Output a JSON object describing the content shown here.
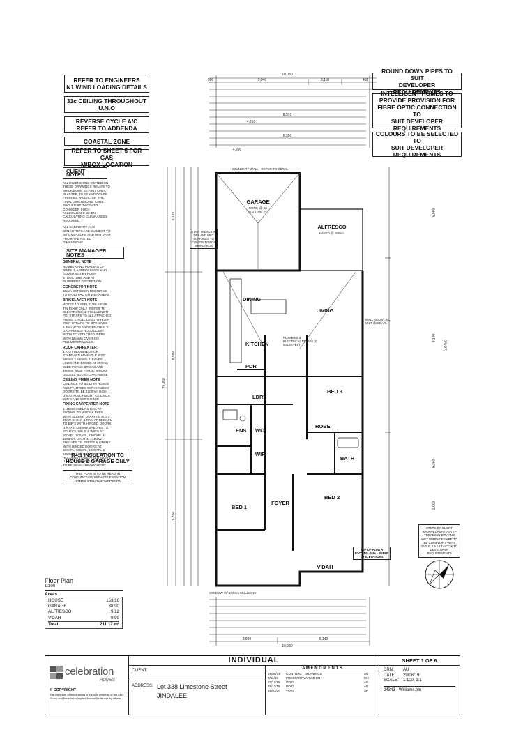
{
  "left_boxes": [
    {
      "line1": "REFER TO ENGINEERS",
      "line2": "N1 WIND LOADING DETAILS"
    },
    {
      "line1": "31c CEILING THROUGHOUT",
      "line2": "U.N.O"
    },
    {
      "line1": "REVERSE CYCLE A/C",
      "line2": "REFER TO ADDENDA"
    },
    {
      "line1": "COASTAL ZONE",
      "line2": ""
    },
    {
      "line1": "REFER TO SHEET 5 FOR GAS",
      "line2": "M/BOX LOCATION"
    }
  ],
  "right_boxes": [
    {
      "line1": "ROUND DOWN PIPES TO SUIT",
      "line2": "DEVELOPER REQUIREMENTS",
      "line3": "",
      "line4": ""
    },
    {
      "line1": "INTELLIGENT HOMES TO",
      "line2": "PROVIDE PROVISION FOR",
      "line3": "FIBRE OPTIC CONNECTION TO",
      "line4": "SUIT DEVELOPER REQUIREMENTS"
    },
    {
      "line1": "COLOURS TO BE SELECTED TO",
      "line2": "SUIT DEVELOPER",
      "line3": "REQUIREMENTS",
      "line4": ""
    }
  ],
  "client_notes": {
    "title": "CLIENT NOTES",
    "p1": "ALL DIMENSIONS STATED ON THESE DRAWINGS RELATE TO BRICKWORK SETOUT ONLY. PLASTER, TILES AND OTHER FINISHES WILL ALTER THE FINAL DIMENSIONS. CARE SHOULD BE TAKEN TO CONSIDER SUCH ALLOWANCES WHEN CALCULATING CLEARANCES REQUIRED.",
    "p2": "ALL CABINETRY AND BENCHTOPS ARE SUBJECT TO SITE MEASURE AND MAY VARY FROM THE NOTED DIMENSIONS"
  },
  "site_manager_notes": {
    "title": "SITE MANAGER NOTES",
    "sections": [
      {
        "h": "GENERAL NOTE",
        "t": "NUMBER AND PLACING OF RWPs IS APPROXIMATE AND GOVERNED BY ROOF STRUCTURE AND AT PLUMBERS DISCRETION."
      },
      {
        "h": "CONCRETOR NOTE",
        "t": "20mm SETDOWN REQUIRED TO SAND PAD ON WET AREAS"
      },
      {
        "h": "BRICKLAYER NOTE",
        "t": "NOTES 1-3 APPLICABLE FOR TIN ROOF ONLY (REFER TO ELEVATIONS) 1. FULL LENGTH PGI STRAPS TO ALL ATTACHED PIERS. 2. FULL LENGTH HOOP IRON STRAPS TO OPENINGS 2.45m WIDE AND GREATER. 3. GALVANISED HOLD DOWN RODS TO ATTACHED PIERS WITH BEAMS OVER ON PERIMETER WALLS."
      },
      {
        "h": "ROOF CARPENTER",
        "t": "1. CUT REQUIRED FOR STANDARD MANHOLE SIZE: 560mm x 560mm 2. EAVES LINED AND BOXED AT 500mm WIDE FOR 2c BRICKS AND 480mm WIDE FOR 3c BRICKS UNLESS NOTED OTHERWISE"
      },
      {
        "h": "CEILING FIXER NOTE",
        "t": "CEILINGS TO BUILT IN ROBES AND PANTRIES WITH HINGED DOORS TO BE 2100mm HIGH U.N.O. FULL HEIGHT CEILINGS WIR'S AND WIR'S U.N.O"
      },
      {
        "h": "FIXING CARPENTER NOTE",
        "t": "1. 450W SHELF & RAIL AT 1800AFL TO WIR'S & BIR'S WITH SLIDING DOORS U.N.O 2. 450W SHELF & RAIL AT 1600AFL TO BIR'S WITH HINGED DOORS U.N.O 3. 4x450W SHELVES TO SCLRY'S, WIL'S & WIP'S AT 500AFL, 900AFL, 1300AFL & 1800AFL U.N.O 4. 4x450W SHELVES TO PTRIES & LINENS WITH HINGED DOORS AT 500AFL, 900AFL, 1300AFL & 1650AFL U.N.O 5. TOILET ROLL HOLDERS TO BE FIXED 800AFL U.N.O 6. DOOR CLEARANCES TO BE 25mm THROUGHOUT"
      }
    ]
  },
  "insulation": {
    "line1": "R4.1 INSULATION TO",
    "line2": "HOUSE & GARAGE ONLY"
  },
  "addenda_note": "THIS PLAN IS TO BE READ IN CONJUNCTION WITH CELEBRATION HOMES STANDARD ADDENDA",
  "floor_plan": {
    "title": "Floor Plan",
    "scale": "1:100",
    "areas_title": "Areas",
    "areas": [
      {
        "name": "HOUSE",
        "value": "153.16"
      },
      {
        "name": "GARAGE",
        "value": "38.90"
      },
      {
        "name": "ALFRESCO",
        "value": "9.12"
      },
      {
        "name": "V'DAH",
        "value": "9.99"
      }
    ],
    "total_label": "Total:",
    "total_value": "211.17 m²"
  },
  "rooms": {
    "garage": "GARAGE",
    "alfresco": "ALFRESCO",
    "dining": "DINING",
    "living": "LIVING",
    "kitchen": "KITCHEN",
    "pdr": "PDR",
    "ldry": "LDRY",
    "bed3": "BED 3",
    "ens": "ENS",
    "wc": "WC",
    "wir": "WIR",
    "bath": "BATH",
    "bed2": "BED 2",
    "foyer": "FOYER",
    "bed1": "BED 1",
    "vdah": "V'DAH",
    "robe": "ROBE"
  },
  "plan_labels": {
    "boundary": "BOUNDARY WALL - REFER TO DETAIL",
    "garage_sub": "CONC @ -5c",
    "garage_ceiling": "(0/ALL 33c CL)",
    "alfresco_sub": "PAVED @ -50mm",
    "stair": "STAIR TREADS IN DRY AND WET SURFACES TO COMPLY TO BCA STANDARDS",
    "plumbing": "PLUMBING & ELECTRICAL RELAYS (2 x SLEEVES)",
    "wall_mount": "WALL MOUNT A/C UNIT @300 AFL",
    "top_plinth": "TOP OF PLINTH FOOTING @-8c - REFER TO ELEVATIONS",
    "steps_client": "STEPS BY CLIENT SHOWN DASHED STEP TREADS IN DRY AND WET SURFACES ARE TO BE COMPLIANT WITH TABLE 3.9.1.13 NCC & TO DEVELOPER REQUIREMENTS",
    "window": "WINDOW W/-100mm MULLIONS"
  },
  "dims": {
    "top_total": "10,030",
    "top_a": "500",
    "top_b": "5,940",
    "top_c": "3,110",
    "top_d": "480",
    "bottom_total": "10,030",
    "bottom_a": "3,890",
    "bottom_b": "6,140",
    "left_total": "23,450",
    "left_a": "6,120",
    "left_b": "8,980",
    "left_c": "8,350",
    "right_total": "23,450",
    "right_a": "5,980",
    "right_b": "9,130",
    "right_c": "6,350",
    "right_d": "2,000",
    "row1": "8,570",
    "row2": "4,210",
    "row3": "6,350",
    "row4": "4,200"
  },
  "title_block": {
    "individual": "INDIVIDUAL",
    "amendments": "A M E N D M E N T S",
    "client_label": "CLIENT:",
    "address_label": "ADDRESS:",
    "address_line1": "Lot  338 Limestone Street",
    "address_line2": "JINDALEE",
    "amend_rows": [
      {
        "date": "29/08/19",
        "desc": "CONTRACT DRAWINGS",
        "by": "AU"
      },
      {
        "date": "7/11/19",
        "desc": "PRESTART VARIATION",
        "by": "CH"
      },
      {
        "date": "27/11/19",
        "desc": "VO#3",
        "by": "AU"
      },
      {
        "date": "29/11/19",
        "desc": "VO#3",
        "by": "AU"
      },
      {
        "date": "28/01/20",
        "desc": "VO#4",
        "by": "SP"
      }
    ],
    "sheet": "SHEET 1 OF 6",
    "drn_label": "DRN:",
    "drn": "AU",
    "date_label": "DATE:",
    "date": "29/08/19",
    "scale_label": "SCALE:",
    "scale": "1:100, 1:1",
    "job": "24343 - Williams.pln",
    "logo_word": "celebration",
    "logo_sub": "HOMES",
    "copyright_title": "© COPYRIGHT",
    "copyright_text": "The copyright of this drawing is the sole property of the ABN Group and there is no implied licence for its use by others"
  }
}
